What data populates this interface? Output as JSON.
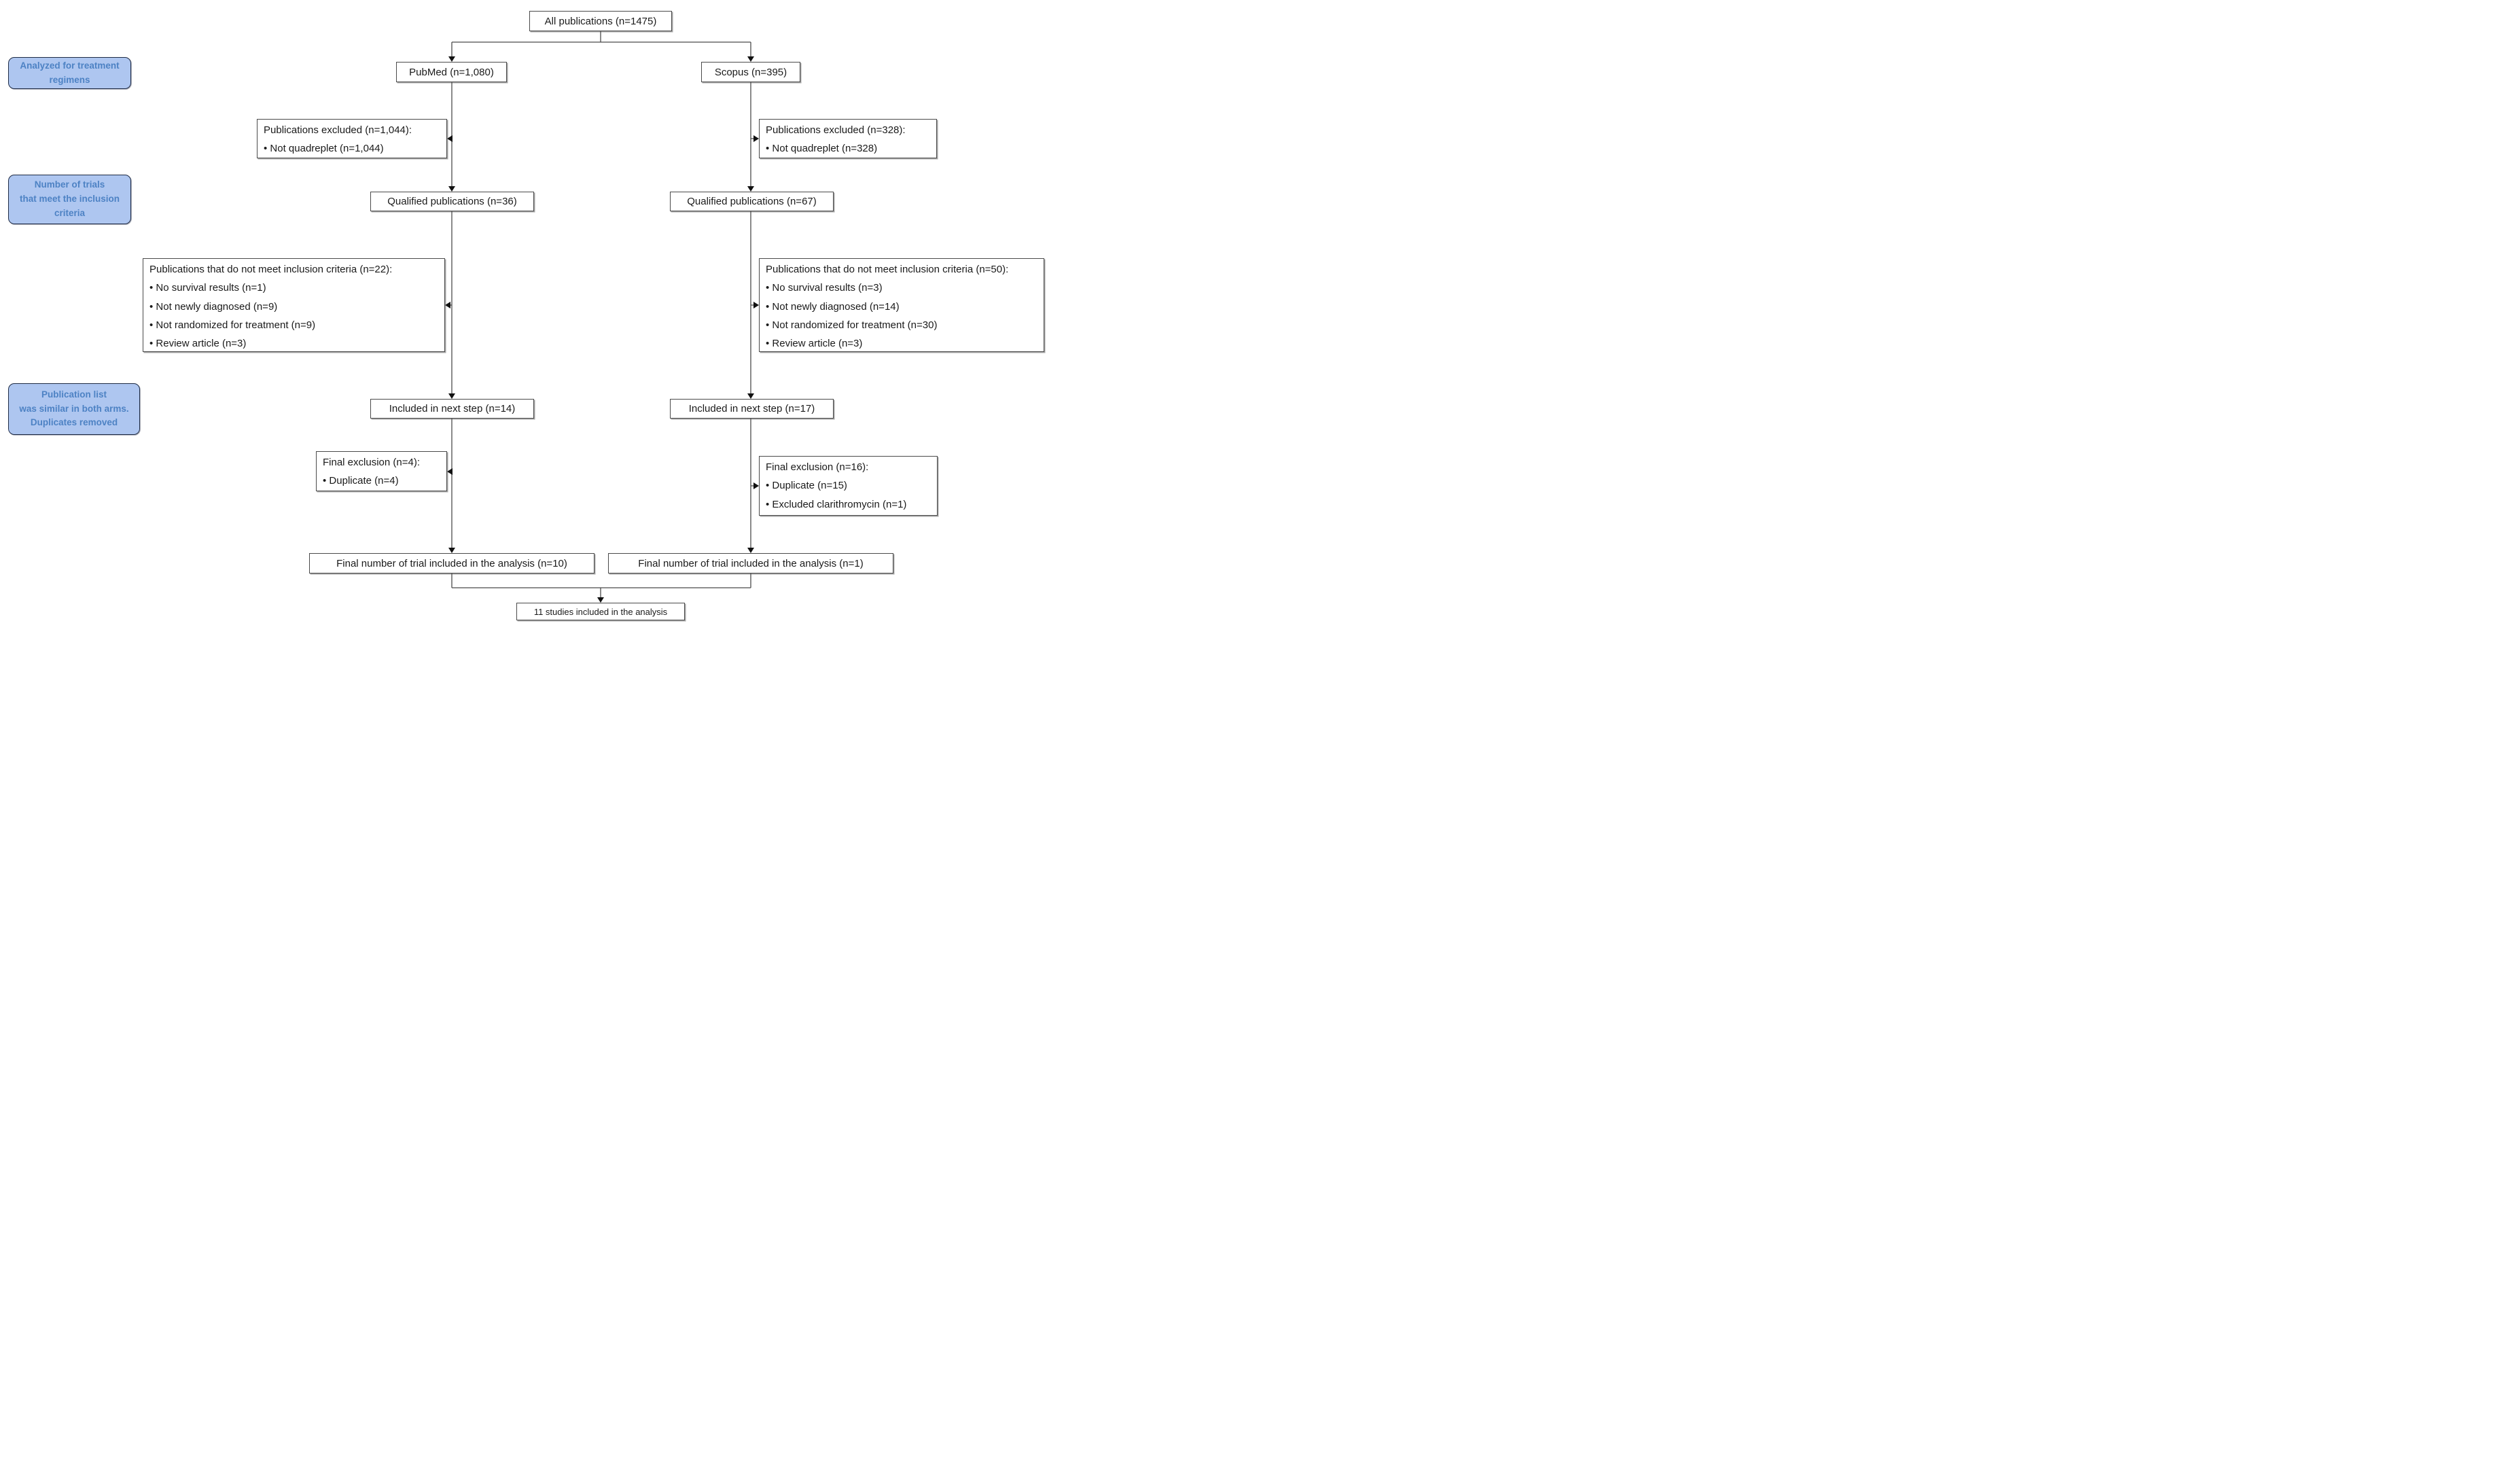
{
  "diagram": {
    "title_box": "All publications (n=1475)",
    "result_box": "11 studies included in the analysis",
    "callouts": {
      "analyzed": "Analyzed for treatment\nregimens",
      "inclusion": "Number of trials\nthat meet the inclusion\ncriteria",
      "duplicates": "Publication list\nwas similar in both arms.\nDuplicates removed"
    },
    "left_arm": {
      "source": "PubMed (n=1,080)",
      "excluded": {
        "title": "Publications excluded (n=1,044):",
        "bullets": [
          "Not quadreplet (n=1,044)"
        ]
      },
      "qualified": "Qualified publications (n=36)",
      "not_meeting": {
        "title": "Publications that do not meet inclusion criteria (n=22):",
        "bullets": [
          "No survival results (n=1)",
          "Not newly diagnosed (n=9)",
          "Not randomized for treatment (n=9)",
          "Review article (n=3)"
        ]
      },
      "included_next": "Included in next step (n=14)",
      "final_exclusion": {
        "title": "Final exclusion (n=4):",
        "bullets": [
          "Duplicate (n=4)"
        ]
      },
      "final_number": "Final number of trial included in the analysis (n=10)"
    },
    "right_arm": {
      "source": "Scopus (n=395)",
      "excluded": {
        "title": "Publications excluded (n=328):",
        "bullets": [
          "Not quadreplet (n=328)"
        ]
      },
      "qualified": "Qualified publications (n=67)",
      "not_meeting": {
        "title": "Publications that do not meet inclusion criteria (n=50):",
        "bullets": [
          "No survival results (n=3)",
          "Not newly diagnosed (n=14)",
          "Not randomized for treatment (n=30)",
          "Review article (n=3)"
        ]
      },
      "included_next": "Included in next step (n=17)",
      "final_exclusion": {
        "title": "Final exclusion (n=16):",
        "bullets": [
          "Duplicate (n=15)",
          "Excluded clarithromycin (n=1)"
        ]
      },
      "final_number": "Final number of trial included in the analysis (n=1)"
    },
    "colors": {
      "callout_fill": "#aec6f0",
      "callout_text": "#4d82c4",
      "callout_border": "#1e2b45",
      "box_border": "#4a4a4a",
      "line": "#4a4a4a"
    }
  }
}
